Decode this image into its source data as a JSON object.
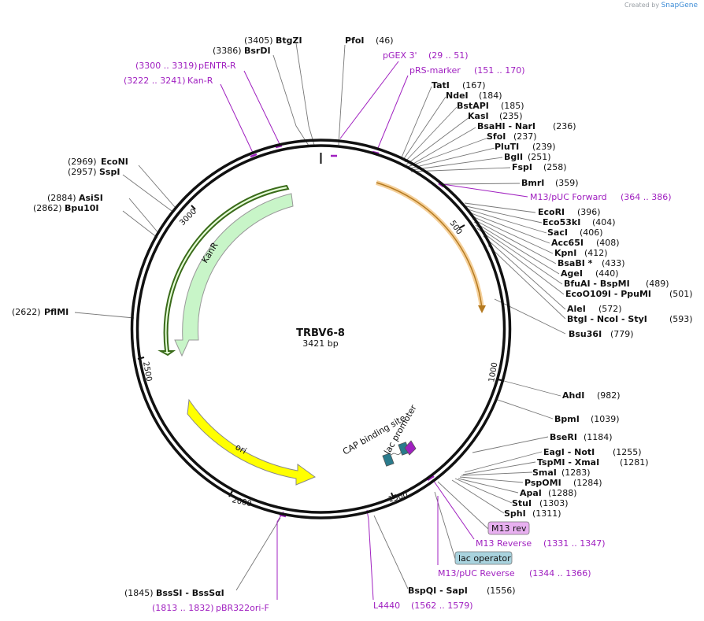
{
  "credit": {
    "prefix": "Created by",
    "brand": "SnapGene"
  },
  "plasmid": {
    "name": "TRBV6-8",
    "size": "3421 bp"
  },
  "ticks": [
    "3000",
    "500",
    "1000",
    "2500",
    "2000",
    "1500"
  ],
  "features": [
    {
      "name": "KanR",
      "color": "#c8f5c8"
    },
    {
      "name": "ori",
      "color": "#ffff00"
    },
    {
      "name": "",
      "color": "#f5c070"
    },
    {
      "name": "CAP binding site",
      "color": "#2a7b8c"
    },
    {
      "name": "lac promoter",
      "color": "#2a7b8c"
    }
  ],
  "boxed_labels": [
    {
      "text": "M13 rev",
      "color": "#e8b0f0"
    },
    {
      "text": "lac operator",
      "color": "#a9d3de"
    }
  ],
  "sites_left": [
    {
      "pos": "(3405)",
      "name": "BtgZI"
    },
    {
      "pos": "(3386)",
      "name": "BsrDI"
    },
    {
      "pos": "(2969)",
      "name": "EcoNI"
    },
    {
      "pos": "(2957)",
      "name": "SspI"
    },
    {
      "pos": "(2884)",
      "name": "AsiSI"
    },
    {
      "pos": "(2862)",
      "name": "Bpu10I"
    },
    {
      "pos": "(2622)",
      "name": "PflMI"
    },
    {
      "pos": "(1845)",
      "name": "BssSI - BssSαI"
    }
  ],
  "sites_right": [
    {
      "name": "PfoI",
      "pos": "(46)"
    },
    {
      "name": "TatI",
      "pos": "(167)"
    },
    {
      "name": "NdeI",
      "pos": "(184)"
    },
    {
      "name": "BstAPI",
      "pos": "(185)"
    },
    {
      "name": "KasI",
      "pos": "(235)"
    },
    {
      "name": "BsaHI - NarI",
      "pos": "(236)"
    },
    {
      "name": "SfoI",
      "pos": "(237)"
    },
    {
      "name": "PluTI",
      "pos": "(239)"
    },
    {
      "name": "BglI",
      "pos": "(251)"
    },
    {
      "name": "FspI",
      "pos": "(258)"
    },
    {
      "name": "BmrI",
      "pos": "(359)"
    },
    {
      "name": "EcoRI",
      "pos": "(396)"
    },
    {
      "name": "Eco53kI",
      "pos": "(404)"
    },
    {
      "name": "SacI",
      "pos": "(406)"
    },
    {
      "name": "Acc65I",
      "pos": "(408)"
    },
    {
      "name": "KpnI",
      "pos": "(412)"
    },
    {
      "name": "BsaBI *",
      "pos": "(433)"
    },
    {
      "name": "AgeI",
      "pos": "(440)"
    },
    {
      "name": "BfuAI - BspMI",
      "pos": "(489)"
    },
    {
      "name": "EcoO109I - PpuMI",
      "pos": "(501)"
    },
    {
      "name": "AleI",
      "pos": "(572)"
    },
    {
      "name": "BtgI - NcoI - StyI",
      "pos": "(593)"
    },
    {
      "name": "Bsu36I",
      "pos": "(779)"
    },
    {
      "name": "AhdI",
      "pos": "(982)"
    },
    {
      "name": "BpmI",
      "pos": "(1039)"
    },
    {
      "name": "BseRI",
      "pos": "(1184)"
    },
    {
      "name": "EagI - NotI",
      "pos": "(1255)"
    },
    {
      "name": "TspMI - XmaI",
      "pos": "(1281)"
    },
    {
      "name": "SmaI",
      "pos": "(1283)"
    },
    {
      "name": "PspOMI",
      "pos": "(1284)"
    },
    {
      "name": "ApaI",
      "pos": "(1288)"
    },
    {
      "name": "StuI",
      "pos": "(1303)"
    },
    {
      "name": "SphI",
      "pos": "(1311)"
    },
    {
      "name": "BspQI - SapI",
      "pos": "(1556)"
    }
  ],
  "primers": [
    {
      "name": "pGEX 3'",
      "range": "(29 .. 51)"
    },
    {
      "name": "pRS-marker",
      "range": "(151 .. 170)"
    },
    {
      "name": "pENTR-R",
      "range": "(3300 .. 3319)"
    },
    {
      "name": "Kan-R",
      "range": "(3222 .. 3241)"
    },
    {
      "name": "M13/pUC Forward",
      "range": "(364 .. 386)"
    },
    {
      "name": "M13 Reverse",
      "range": "(1331 .. 1347)"
    },
    {
      "name": "M13/pUC Reverse",
      "range": "(1344 .. 1366)"
    },
    {
      "name": "pBR322ori-F",
      "range": "(1813 .. 1832)"
    },
    {
      "name": "L4440",
      "range": "(1562 .. 1579)"
    }
  ]
}
